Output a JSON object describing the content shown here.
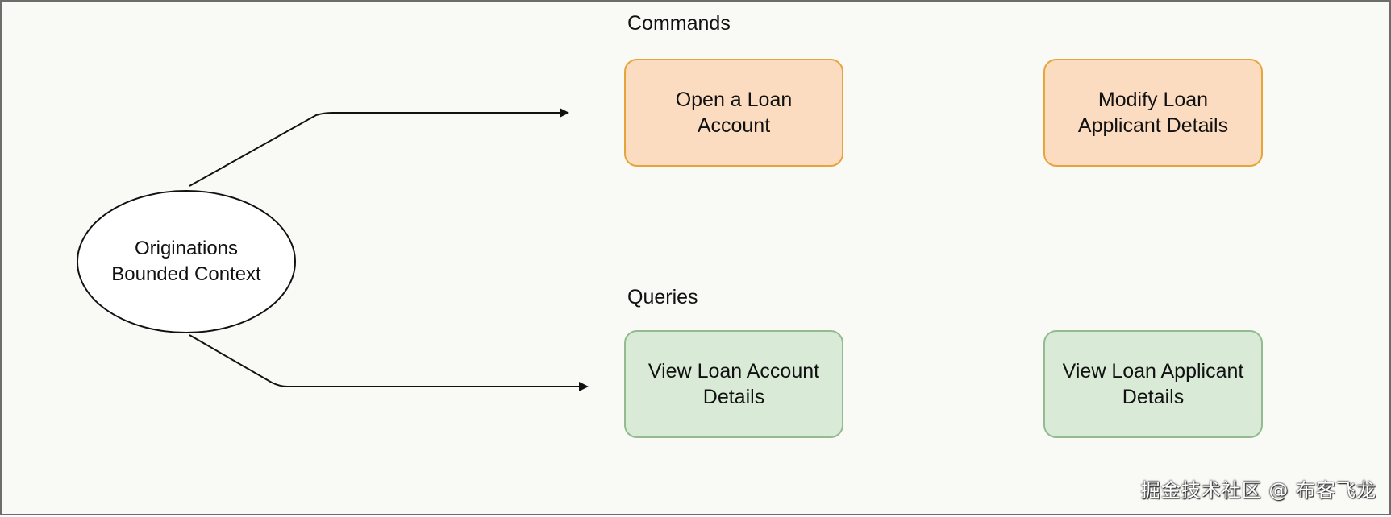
{
  "context": {
    "label": "Originations\nBounded Context"
  },
  "sections": {
    "commands": "Commands",
    "queries": "Queries"
  },
  "commands": [
    {
      "label": "Open a Loan\nAccount"
    },
    {
      "label": "Modify Loan\nApplicant Details"
    }
  ],
  "queries": [
    {
      "label": "View Loan Account\nDetails"
    },
    {
      "label": "View Loan Applicant\nDetails"
    }
  ],
  "watermark": "掘金技术社区 @ 布客飞龙",
  "colors": {
    "command_fill": "#fcdcc0",
    "command_border": "#e6a53a",
    "query_fill": "#d9ebd6",
    "query_border": "#94ba8f",
    "frame_border": "#6d6d6d",
    "line": "#111111"
  }
}
